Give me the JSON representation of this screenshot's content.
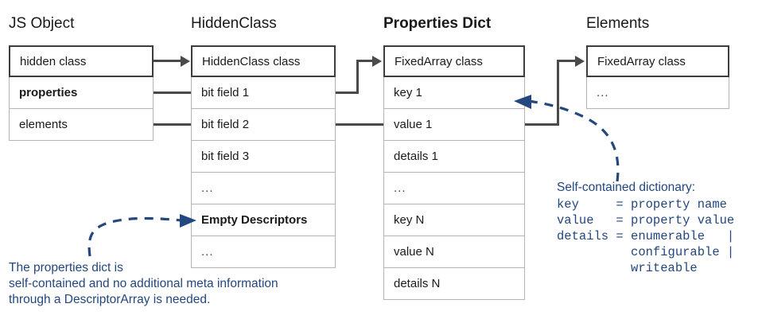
{
  "diagram": {
    "title_color": "#1a1a1a",
    "annotation_color": "#23477e",
    "wire_color": "#4a4a4a",
    "columns": [
      {
        "id": "js-object",
        "title": "JS Object",
        "rows": [
          {
            "label": "hidden class",
            "style": "head"
          },
          {
            "label": "properties",
            "style": "strong"
          },
          {
            "label": "elements",
            "style": "normal"
          }
        ]
      },
      {
        "id": "hidden-class",
        "title": "HiddenClass",
        "rows": [
          {
            "label": "HiddenClass class",
            "style": "head"
          },
          {
            "label": "bit field 1",
            "style": "normal"
          },
          {
            "label": "bit field 2",
            "style": "normal"
          },
          {
            "label": "bit field 3",
            "style": "normal"
          },
          {
            "label": "...",
            "style": "dots"
          },
          {
            "label": "Empty Descriptors",
            "style": "strong"
          },
          {
            "label": "...",
            "style": "dots"
          }
        ]
      },
      {
        "id": "properties-dict",
        "title": "Properties Dict",
        "title_bold": true,
        "rows": [
          {
            "label": "FixedArray class",
            "style": "head"
          },
          {
            "label": "key 1",
            "style": "normal"
          },
          {
            "label": "value 1",
            "style": "normal"
          },
          {
            "label": "details 1",
            "style": "normal"
          },
          {
            "label": "...",
            "style": "dots"
          },
          {
            "label": "key N",
            "style": "normal"
          },
          {
            "label": "value N",
            "style": "normal"
          },
          {
            "label": "details N",
            "style": "normal"
          }
        ]
      },
      {
        "id": "elements",
        "title": "Elements",
        "rows": [
          {
            "label": "FixedArray class",
            "style": "head"
          },
          {
            "label": "...",
            "style": "dots"
          }
        ]
      }
    ],
    "annotations": {
      "left_note": "The properties dict is\nself-contained and no additional meta information\nthrough a DescriptorArray is needed.",
      "right_note_heading": "Self-contained dictionary:",
      "right_note_lines": "key     = property name\nvalue   = property value\ndetails = enumerable   |\n          configurable |\n          writeable"
    }
  }
}
